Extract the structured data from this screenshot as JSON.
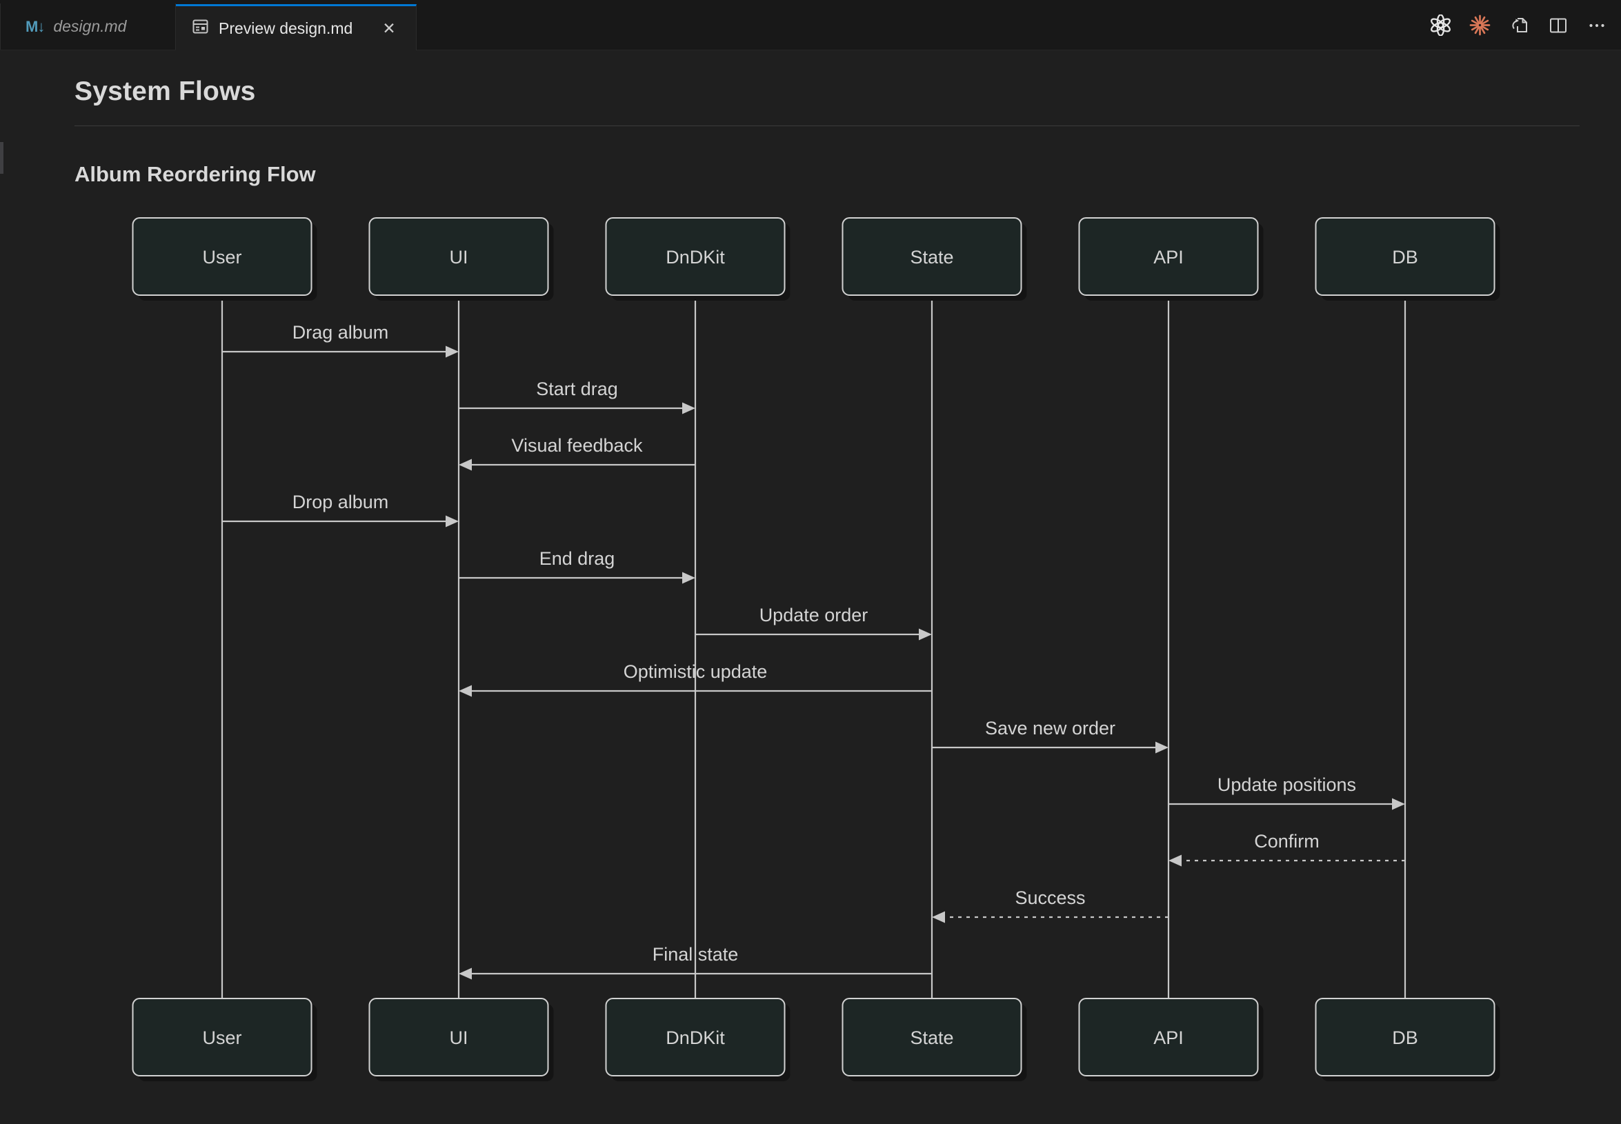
{
  "colors": {
    "background": "#1f1f1f",
    "tabbar_background": "#181818",
    "tab_border": "#2b2b2b",
    "accent": "#0078d4",
    "text_primary": "#e7e7e7",
    "text_muted": "#9b9b9b",
    "heading": "#d9d9d9",
    "divider": "#3b3b3b",
    "icon": "#cfcfcf",
    "markdown_icon": "#519aba",
    "claude_brand": "#d97757",
    "scrollbar_thumb": "#3f3f42",
    "diagram_line": "#c8c8c8",
    "diagram_text": "#d4d4d4",
    "actor_fill": "#1d2625",
    "actor_border": "#d2d2d2",
    "actor_shadow": "#141414"
  },
  "window": {
    "tabs": [
      {
        "label": "design.md",
        "state": "inactive",
        "icon": "markdown-file-icon",
        "icon_glyph": "M↓"
      },
      {
        "label": "Preview design.md",
        "state": "active",
        "icon": "preview-icon",
        "close_glyph": "✕"
      }
    ],
    "toolbar_icons": [
      "openai-icon",
      "claude-icon",
      "go-to-file-icon",
      "split-editor-icon",
      "more-actions-icon"
    ]
  },
  "document": {
    "title": "System Flows",
    "section_title": "Album Reordering Flow"
  },
  "chart_data": {
    "type": "sequence-diagram",
    "title": "Album Reordering Flow",
    "actors": [
      "User",
      "UI",
      "DnDKit",
      "State",
      "API",
      "DB"
    ],
    "messages": [
      {
        "from": "User",
        "to": "UI",
        "label": "Drag album",
        "line": "solid"
      },
      {
        "from": "UI",
        "to": "DnDKit",
        "label": "Start drag",
        "line": "solid"
      },
      {
        "from": "DnDKit",
        "to": "UI",
        "label": "Visual feedback",
        "line": "solid"
      },
      {
        "from": "User",
        "to": "UI",
        "label": "Drop album",
        "line": "solid"
      },
      {
        "from": "UI",
        "to": "DnDKit",
        "label": "End drag",
        "line": "solid"
      },
      {
        "from": "DnDKit",
        "to": "State",
        "label": "Update order",
        "line": "solid"
      },
      {
        "from": "State",
        "to": "UI",
        "label": "Optimistic update",
        "line": "solid"
      },
      {
        "from": "State",
        "to": "API",
        "label": "Save new order",
        "line": "solid"
      },
      {
        "from": "API",
        "to": "DB",
        "label": "Update positions",
        "line": "solid"
      },
      {
        "from": "DB",
        "to": "API",
        "label": "Confirm",
        "line": "dashed"
      },
      {
        "from": "API",
        "to": "State",
        "label": "Success",
        "line": "dashed"
      },
      {
        "from": "State",
        "to": "UI",
        "label": "Final state",
        "line": "solid"
      }
    ]
  }
}
